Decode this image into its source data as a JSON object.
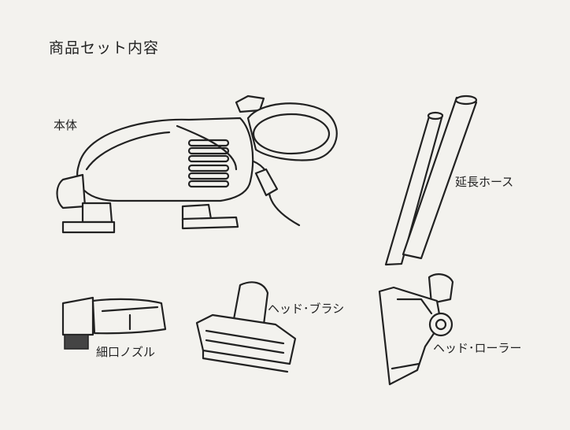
{
  "title": "商品セット内容",
  "items": {
    "body": "本体",
    "hose": "延長ホース",
    "crevice": "細口ノズル",
    "brush": "ヘッド･ブラシ",
    "roller": "ヘッド･ローラー"
  }
}
